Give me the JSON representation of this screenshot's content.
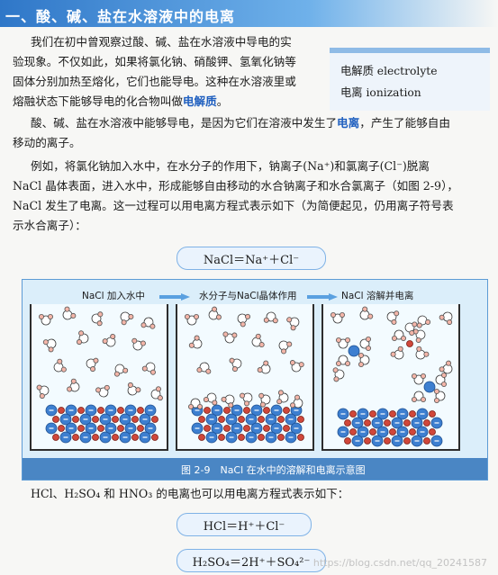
{
  "section_title": "一、酸、碱、盐在水溶液中的电离",
  "sidebar": {
    "line1": "电解质 electrolyte",
    "line2": "电离 ionization"
  },
  "paragraphs": {
    "p1_l1": "我们在初中曾观察过酸、碱、盐在水溶液中导电的实",
    "p1_l2": "验现象。不仅如此，如果将氯化钠、硝酸钾、氢氧化钠等",
    "p1_l3": "固体分别加热至熔化，它们也能导电。这种在水溶液里或",
    "p1_l4a": "熔融状态下能够导电的化合物叫做",
    "p1_l4b": "电解质",
    "p1_l4c": "。",
    "p2_l1a": "酸、碱、盐在水溶液中能够导电，是因为它们在溶液中发生了",
    "p2_l1b": "电离",
    "p2_l1c": "，产生了能够自由",
    "p2_l2": "移动的离子。",
    "p3_l1": "例如，将氯化钠加入水中，在水分子的作用下，钠离子(Na⁺)和氯离子(Cl⁻)脱离",
    "p3_l2": "NaCl 晶体表面，进入水中，形成能够自由移动的水合钠离子和水合氯离子（如图 2-9），",
    "p3_l3": "NaCl 发生了电离。这一过程可以用电离方程式表示如下（为简便起见，仍用离子符号表",
    "p3_l4": "示水合离子）：",
    "p4": "HCl、H₂SO₄ 和 HNO₃ 的电离也可以用电离方程式表示如下："
  },
  "equations": {
    "nacl": "NaCl＝Na⁺＋Cl⁻",
    "hcl": "HCl＝H⁺＋Cl⁻",
    "h2so4": "H₂SO₄＝2H⁺＋SO₄²⁻"
  },
  "figure": {
    "stage1": "NaCl 加入水中",
    "stage2": "水分子与NaCl晶体作用",
    "stage3": "NaCl 溶解并电离",
    "caption": "图 2-9　NaCl 在水中的溶解和电离示意图",
    "colors": {
      "chloride": "#3d7fd0",
      "sodium": "#d0473a",
      "oxygen": "#ffffff",
      "hydrogen": "#f3b5a8",
      "background": "#dbeefa"
    }
  },
  "watermark": "https://blog.csdn.net/qq_20241587"
}
